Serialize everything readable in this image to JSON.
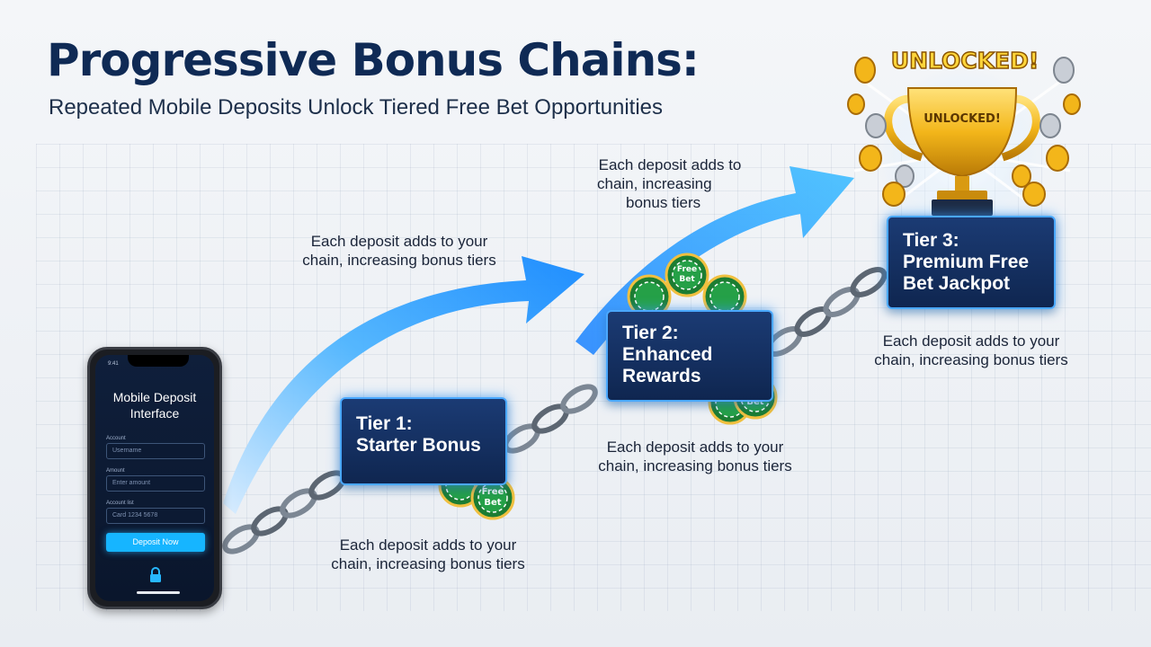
{
  "title": "Progressive Bonus Chains:",
  "subtitle": "Repeated Mobile Deposits Unlock Tiered Free Bet Opportunities",
  "phone": {
    "status_time": "9:41",
    "title": "Mobile Deposit Interface",
    "fields": [
      {
        "label": "Account",
        "value": "Username"
      },
      {
        "label": "Amount",
        "value": "Enter amount"
      },
      {
        "label": "Account list",
        "value": "Card 1234 5678"
      }
    ],
    "button": "Deposit Now"
  },
  "tiers": [
    {
      "line1": "Tier 1:",
      "line2": "Starter Bonus",
      "line3": ""
    },
    {
      "line1": "Tier 2:",
      "line2": "Enhanced",
      "line3": "Rewards"
    },
    {
      "line1": "Tier 3:",
      "line2": "Premium Free",
      "line3": "Bet Jackpot"
    }
  ],
  "captions": {
    "arrow1": {
      "line1": "Each deposit adds to your",
      "line2": "chain, increasing bonus tiers"
    },
    "arrow2": {
      "line1": "Each deposit adds to",
      "line2": "chain, increasing",
      "line3": "bonus tiers"
    },
    "tier1": {
      "line1": "Each deposit adds to your",
      "line2": "chain, increasing bonus tiers"
    },
    "tier2": {
      "line1": "Each deposit adds to your",
      "line2": "chain, increasing bonus tiers"
    },
    "tier3": {
      "line1": "Each deposit adds to your",
      "line2": "chain, increasing bonus tiers"
    }
  },
  "chip_label_line1": "Free",
  "chip_label_line2": "Bet",
  "trophy": {
    "banner": "UNLOCKED!",
    "plate": "UNLOCKED!"
  },
  "colors": {
    "navy": "#0f2a55",
    "accent_blue": "#2aa2ff",
    "tier_border": "#4aa8ff",
    "chip_green": "#1f8a3a",
    "gold": "#f3b61a"
  },
  "icons": [
    "lock-icon",
    "trophy-icon",
    "coin-icon",
    "chip-icon",
    "chain-icon",
    "arrow-icon"
  ]
}
